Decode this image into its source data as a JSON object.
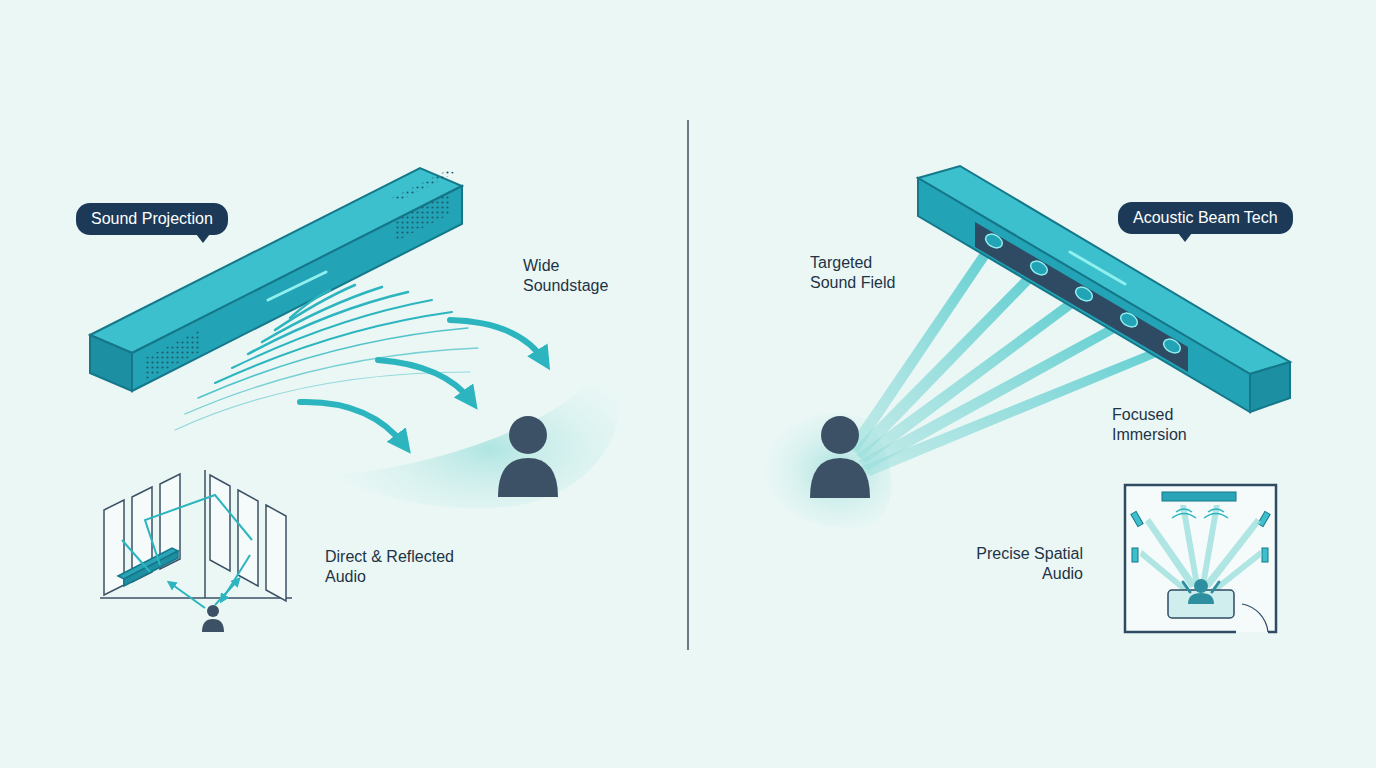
{
  "diagram": {
    "nodes": [
      {
        "text": [
          "Sound Projection"
        ]
      },
      {
        "text": [
          "Acoustic Beam Tech"
        ]
      }
    ],
    "labels": [
      "Wide Soundstage",
      "Direct & Reflected Audio",
      "Targeted Sound Field",
      "Focused Immersion",
      "Precise Spatial Audio"
    ]
  }
}
